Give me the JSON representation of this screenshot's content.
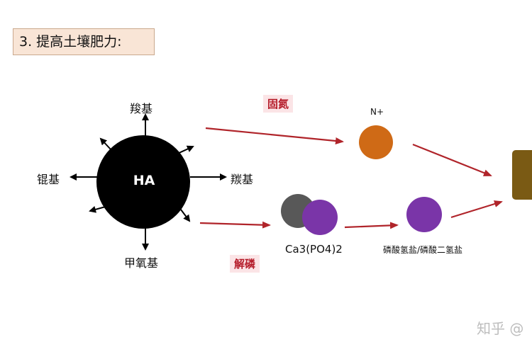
{
  "title": "3. 提高土壤肥力:",
  "ha": {
    "label": "HA",
    "groups": {
      "top": "羧基",
      "left": "锟基",
      "right": "羰基",
      "bottom": "甲氧基"
    }
  },
  "process": {
    "fixation_tag": "固氮",
    "phosphate_tag": "解磷",
    "nitrogen_label": "N+",
    "calcium_label": "Ca3(PO4)2",
    "phosphate_salt_label": "磷酸氢盐/磷酸二氢盐"
  },
  "colors": {
    "ha_sphere": "#000000",
    "nitrogen": "#cf6a16",
    "calcium_gray": "#585858",
    "phosphate_purple": "#7a35a8",
    "arrow_red": "#b0242a",
    "target_box": "#7a5a14"
  },
  "watermark": "知乎 @"
}
